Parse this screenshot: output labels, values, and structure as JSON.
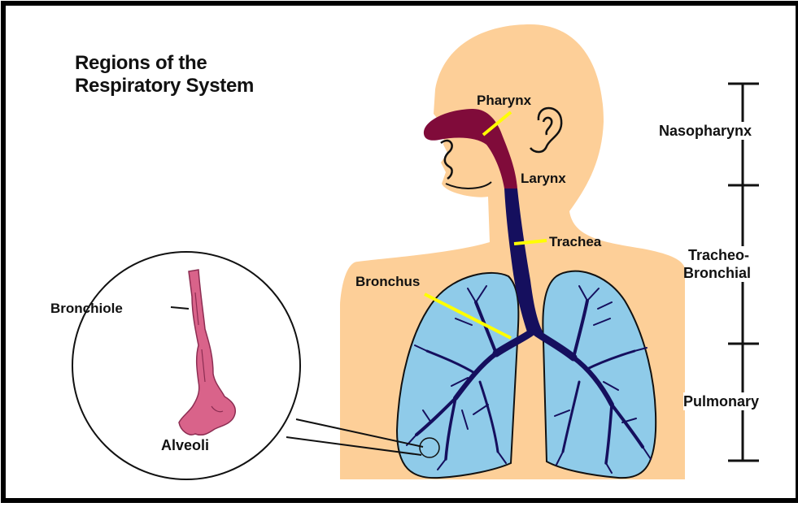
{
  "title": {
    "line1": "Regions of the",
    "line2": "Respiratory System"
  },
  "labels": {
    "pharynx": "Pharynx",
    "larynx": "Larynx",
    "trachea": "Trachea",
    "bronchus": "Bronchus",
    "bronchiole": "Bronchiole",
    "alveoli": "Alveoli"
  },
  "regions": {
    "nasopharynx": "Nasopharynx",
    "tracheo_line1": "Tracheo-",
    "tracheo_line2": "Bronchial",
    "pulmonary": "Pulmonary"
  },
  "colors": {
    "skin": "#fdcf98",
    "lung": "#8fcbe9",
    "airway_upper": "#800b3a",
    "airway_lower": "#150f5e",
    "bronchiole": "#d9638a",
    "pointer": "#ffff00",
    "outline": "#111111"
  }
}
